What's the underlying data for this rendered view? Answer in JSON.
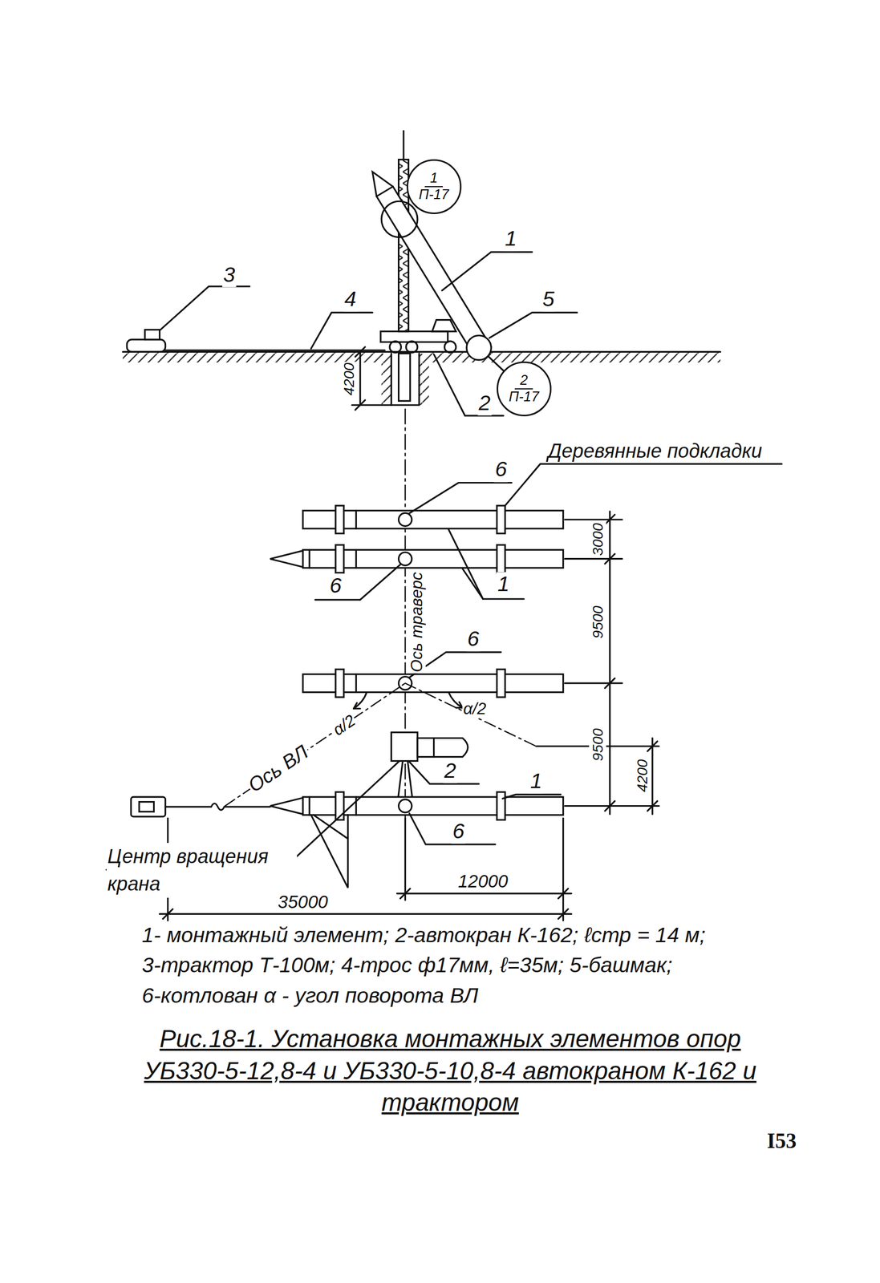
{
  "diagram": {
    "caption": "Рис.18-1. Установка монтажных элементов опор УБ330-5-12,8-4 и УБ330-5-10,8-4 автокраном К-162 и трактором",
    "nodes": [
      {
        "text": [
          "1",
          "П-17"
        ]
      },
      {
        "text": [
          "2",
          "П-17"
        ]
      }
    ],
    "labels": [
      "3",
      "4",
      "1",
      "5",
      "4200",
      "2",
      "Деревянные подкладки",
      "6",
      "3000",
      "6",
      "1",
      "9500",
      "Ось траверс",
      "6",
      "α/2",
      "9500",
      "Ось ВЛ",
      "α/2",
      "2",
      "4200",
      "1",
      "6",
      "Центр вращения крана",
      "12000",
      "35000",
      "1- монтажный элемент; 2-автокран К-162; ℓстр = 14 м;",
      "3-трактор Т-100м; 4-трос ф17мм, ℓ=35м; 5-башмак;",
      "6-котлован α - угол поворота ВЛ",
      "I53"
    ]
  }
}
